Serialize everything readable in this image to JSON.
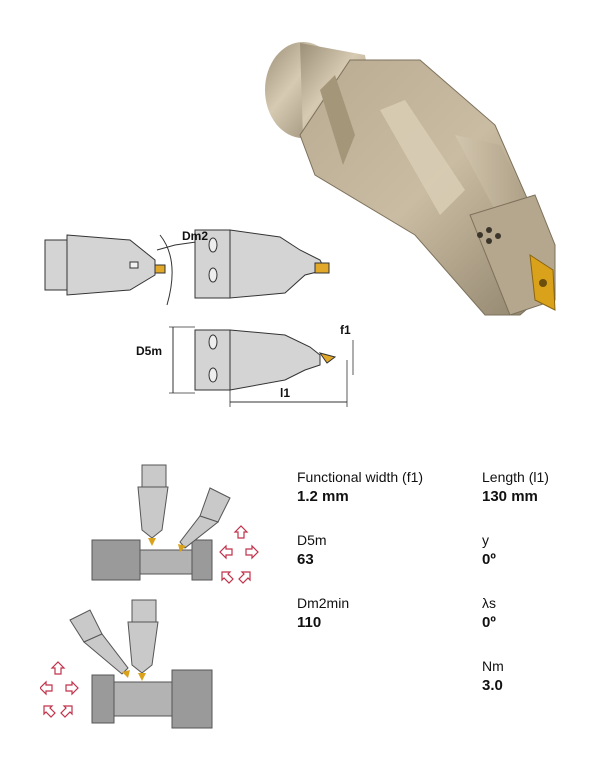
{
  "diagram_labels": {
    "dm2": "Dm2",
    "f1": "f1",
    "d5m": "D5m",
    "l1": "l1"
  },
  "specs": [
    {
      "label": "Functional width (f1)",
      "value": "1.2 mm"
    },
    {
      "label": "Length (l1)",
      "value": "130 mm"
    },
    {
      "label": "D5m",
      "value": "63"
    },
    {
      "label": "y",
      "value": "0º"
    },
    {
      "label": "Dm2min",
      "value": "110"
    },
    {
      "label": "λs",
      "value": "0º"
    },
    {
      "label": "Nm",
      "value": "3.0"
    }
  ],
  "colors": {
    "tool_body": "#c4b59a",
    "tool_shadow": "#8f826b",
    "insert_gold": "#d9a21a",
    "arrow_red": "#c0324a",
    "workpiece_gray": "#9a9a9a"
  }
}
